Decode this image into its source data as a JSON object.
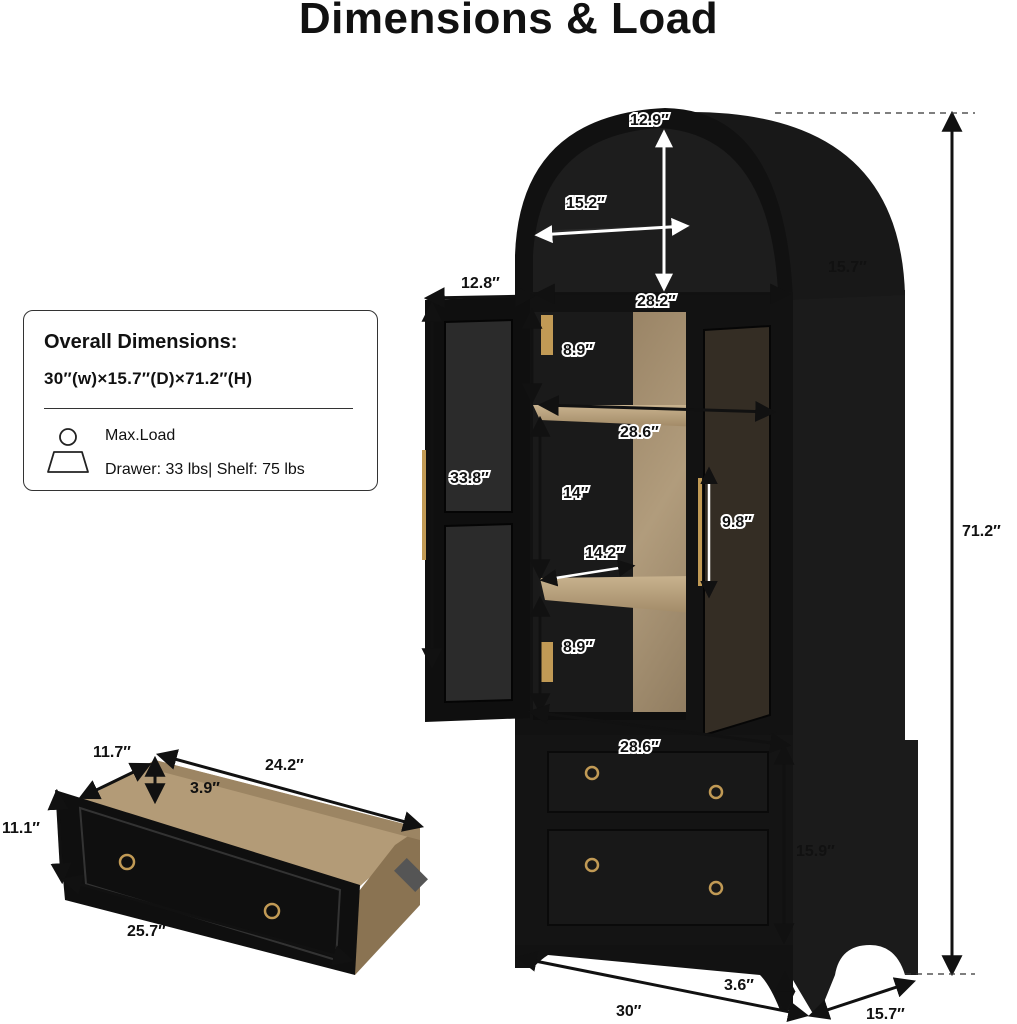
{
  "title": "Dimensions & Load",
  "info_box": {
    "heading": "Overall Dimensions:",
    "dimensions": "30″(w)×15.7″(D)×71.2″(H)",
    "load_label": "Max.Load",
    "load_text": "Drawer: 33 lbs| Shelf: 75 lbs",
    "icon": "person-weight-icon"
  },
  "cabinet_labels": {
    "arch_top_depth": "12.9″",
    "arch_shelf_width": "15.2″",
    "side_depth": "15.7″",
    "door_width": "12.8″",
    "arch_opening_width": "28.2″",
    "top_shelf_height": "8.9″",
    "shelf_width": "28.6″",
    "door_height": "33.8″",
    "middle_shelf_height": "14″",
    "handle_length": "9.8″",
    "shelf_depth": "14.2″",
    "bottom_shelf_height": "8.9″",
    "base_width": "28.6″",
    "drawer_section_height": "15.9″",
    "total_height": "71.2″",
    "leg_height": "3.6″",
    "overall_width": "30″",
    "overall_depth": "15.7″"
  },
  "drawer_labels": {
    "inner_depth": "11.7″",
    "inner_length": "24.2″",
    "inner_height": "3.9″",
    "front_height": "11.1″",
    "front_width": "25.7″"
  },
  "colors": {
    "cabinet": "#141414",
    "wood": "#a58e6e",
    "brass": "#c19a55",
    "glass": "#2a2a2a"
  }
}
